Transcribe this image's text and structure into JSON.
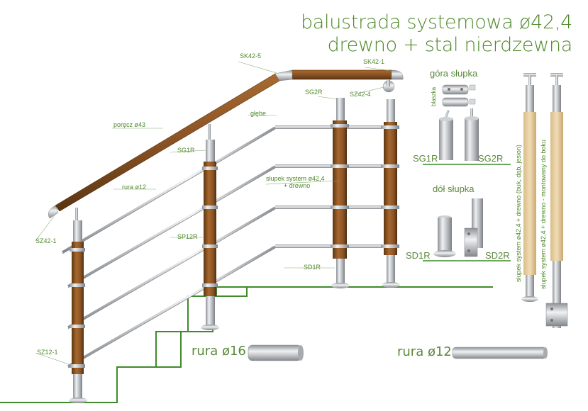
{
  "title": {
    "line1": "balustrada systemowa ø42,4",
    "line2": "drewno + stal nierdzewna"
  },
  "labels": {
    "sk42_5": "SK42-5",
    "sk42_1": "SK42-1",
    "sg2r": "SG2R",
    "sz42_4": "SZ42-4",
    "porecz": "poręcz ø43",
    "glebe": "głębe",
    "sg1r": "SG1R",
    "rura12": "rura ø12",
    "slupek1": "słupek system ø42,4",
    "slupek2": "+ drewno",
    "sp12r": "SP12R",
    "sz42_1": "SZ42-1",
    "sd1r": "SD1R",
    "sz12_1": "SZ12-1"
  },
  "top_part": {
    "title": "góra słupka",
    "blaszka": "blaszka",
    "sg1r": "SG1R",
    "sg2r": "SG2R"
  },
  "bottom_part": {
    "title": "dół słupka",
    "sd1r": "SD1R",
    "sd2r": "SD2R"
  },
  "posts": {
    "left": "słupek system ø42,4 + drewno (buk, dąb, jesion)",
    "right": "słupek system ø42,4 + drewno - montowany do boku"
  },
  "tubes": {
    "rura16": "rura ø16",
    "rura12": "rura ø12"
  },
  "colors": {
    "accent": "#4f8a2a",
    "wood": "#8a5a2b",
    "steel": "#b8bcc0",
    "light_wood": "#e6cfa3"
  }
}
